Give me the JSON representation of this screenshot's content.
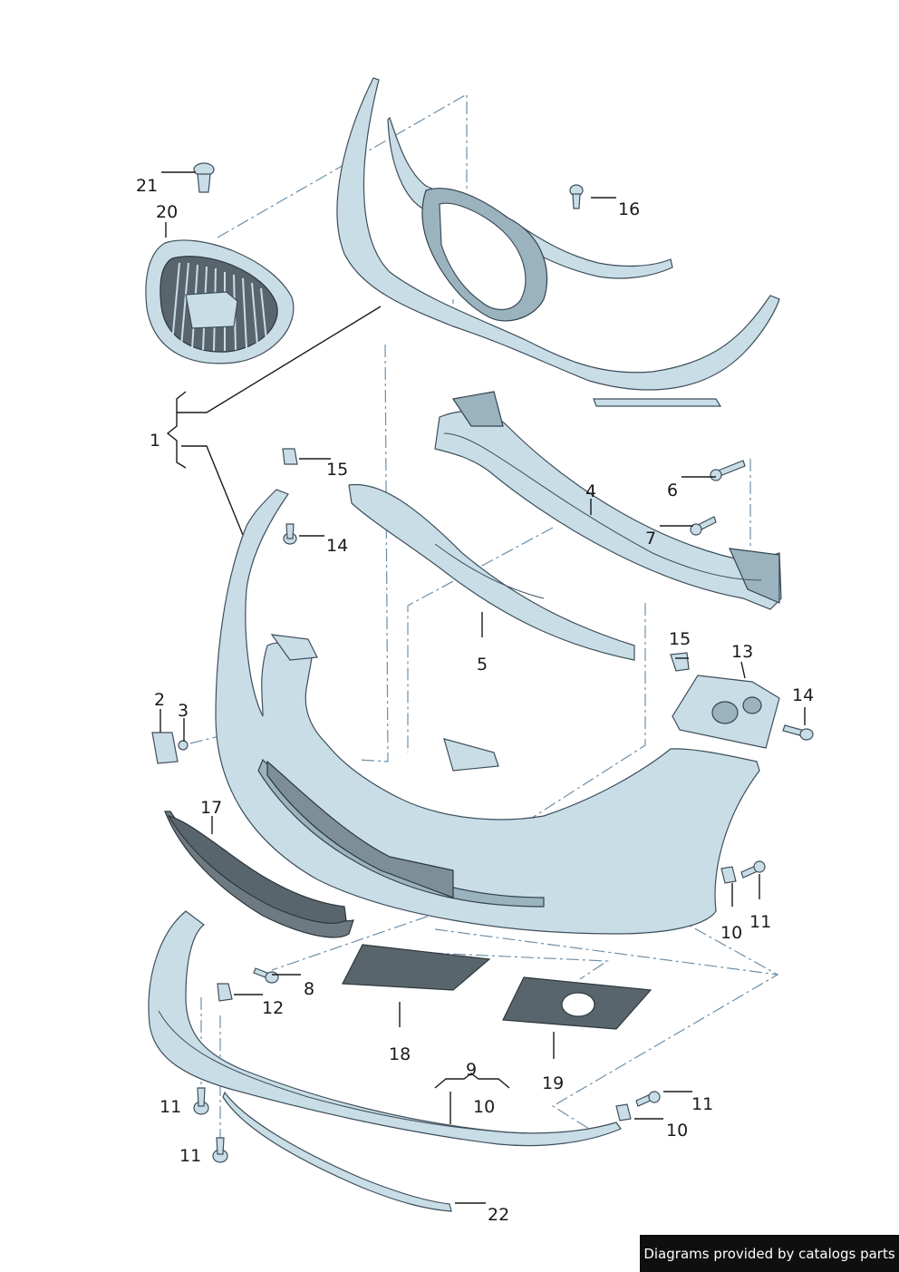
{
  "callouts": {
    "c1": "1",
    "c2": "2",
    "c3": "3",
    "c4": "4",
    "c5": "5",
    "c6": "6",
    "c7": "7",
    "c8": "8",
    "c9": "9",
    "c10a": "10",
    "c10b": "10",
    "c10c": "10",
    "c11a": "11",
    "c11b": "11",
    "c11c": "11",
    "c11d": "11",
    "c12": "12",
    "c13": "13",
    "c14a": "14",
    "c14b": "14",
    "c15a": "15",
    "c15b": "15",
    "c16": "16",
    "c17": "17",
    "c18": "18",
    "c19": "19",
    "c20": "20",
    "c21": "21",
    "c22": "22"
  },
  "credit": "Diagrams provided by catalogs parts",
  "colors": {
    "part_fill": "#c9dde6",
    "mesh_fill": "#59656c",
    "dash_line": "#6d8fa8",
    "credit_bg": "#0f0f0f"
  }
}
